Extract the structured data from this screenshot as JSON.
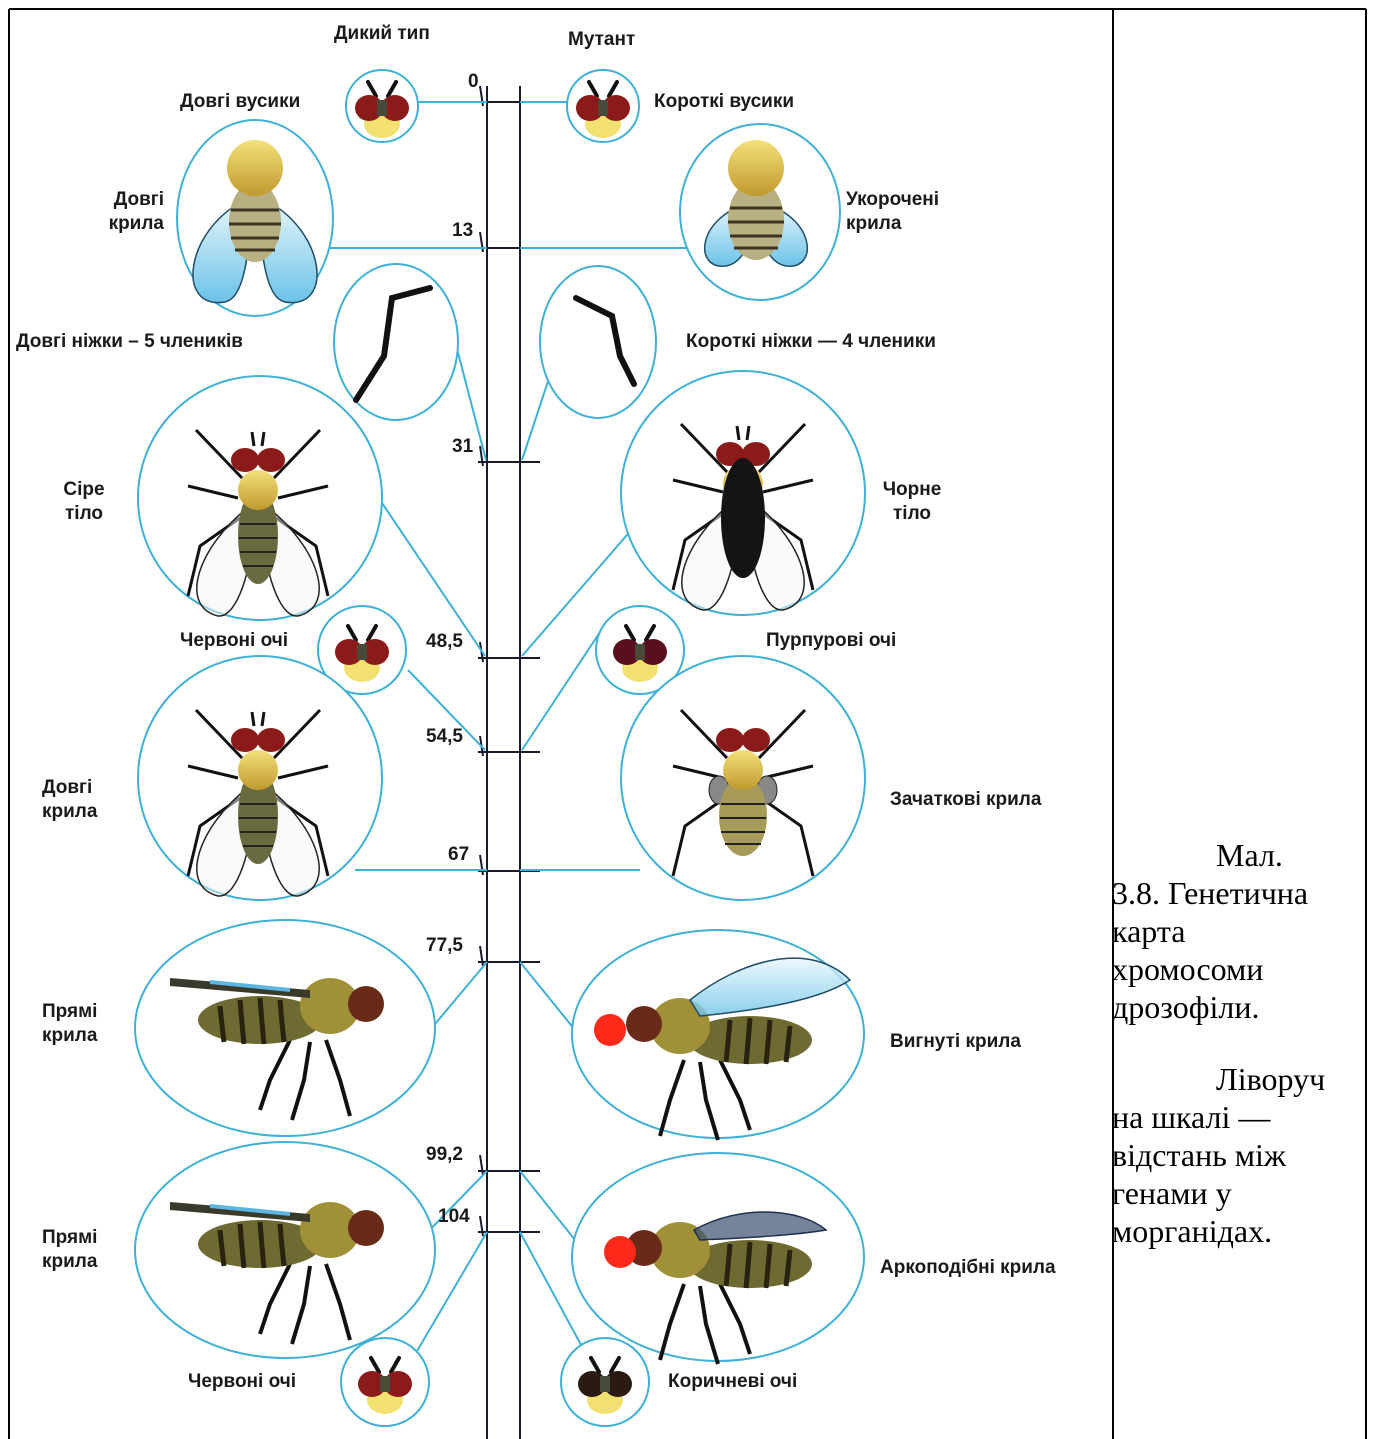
{
  "header": {
    "wild": "Дикий тип",
    "mutant": "Мутант"
  },
  "scale": [
    {
      "value": "0"
    },
    {
      "value": "13"
    },
    {
      "value": "31"
    },
    {
      "value": "48,5"
    },
    {
      "value": "54,5"
    },
    {
      "value": "67"
    },
    {
      "value": "77,5"
    },
    {
      "value": "99,2"
    },
    {
      "value": "104"
    }
  ],
  "traits": [
    {
      "wild": "Довгі вусики",
      "mutant": "Короткі вусики"
    },
    {
      "wild_l1": "Довгі",
      "wild_l2": "крила",
      "mutant_l1": "Укорочені",
      "mutant_l2": "крила"
    },
    {
      "wild": "Довгі ніжки – 5 члеників",
      "mutant": "Короткі ніжки — 4 членики"
    },
    {
      "wild_l1": "Сіре",
      "wild_l2": "тіло",
      "mutant_l1": "Чорне",
      "mutant_l2": "тіло"
    },
    {
      "wild": "Червоні очі",
      "mutant": "Пурпурові очі"
    },
    {
      "wild_l1": "Довгі",
      "wild_l2": "крила",
      "mutant": "Зачаткові крила"
    },
    {
      "wild_l1": "Прямі",
      "wild_l2": "крила",
      "mutant": "Вигнуті крила"
    },
    {
      "wild_l1": "Прямі",
      "wild_l2": "крила",
      "mutant": "Аркоподібні крила"
    },
    {
      "wild": "Червоні очі",
      "mutant": "Коричневі очі"
    }
  ],
  "caption": {
    "line1": "Мал.",
    "line2": "3.8. Генетична",
    "line3": "карта",
    "line4": "хромосоми",
    "line5": "дрозофіли.",
    "line6": "Ліворуч",
    "line7": "на шкалі —",
    "line8": "відстань між",
    "line9": "генами у",
    "line10": "морганідах."
  },
  "colors": {
    "circle": "#3fb0d6",
    "axis": "#1a1a2e",
    "eye_red": "#8b1a1a",
    "eye_purple": "#5a0f1e",
    "eye_brown": "#2a1a12",
    "body_gold": "#d6b24a"
  }
}
